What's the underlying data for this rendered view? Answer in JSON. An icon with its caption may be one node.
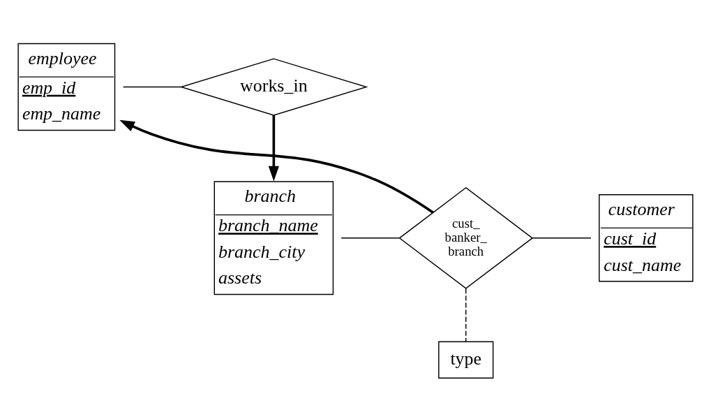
{
  "diagram": {
    "nodes": [
      {
        "text": [
          "employee",
          "emp_id",
          "emp_name"
        ]
      },
      {
        "text": [
          "works_in"
        ]
      },
      {
        "text": [
          "branch",
          "branch_name",
          "branch_city",
          "assets"
        ]
      },
      {
        "text": [
          "cust_ banker_ branch"
        ]
      },
      {
        "text": [
          "customer",
          "cust_id",
          "cust_name"
        ]
      },
      {
        "text": [
          "type"
        ]
      }
    ],
    "edges": [
      {
        "from": 1,
        "to": 0,
        "arrow": "none"
      },
      {
        "from": 1,
        "to": 2,
        "arrow": "to",
        "style": "thick"
      },
      {
        "from": 3,
        "to": 0,
        "arrow": "to",
        "style": "thick"
      },
      {
        "from": 2,
        "to": 3,
        "arrow": "none"
      },
      {
        "from": 3,
        "to": 4,
        "arrow": "none"
      },
      {
        "from": 3,
        "to": 5,
        "arrow": "none",
        "style": "dashed"
      }
    ]
  }
}
